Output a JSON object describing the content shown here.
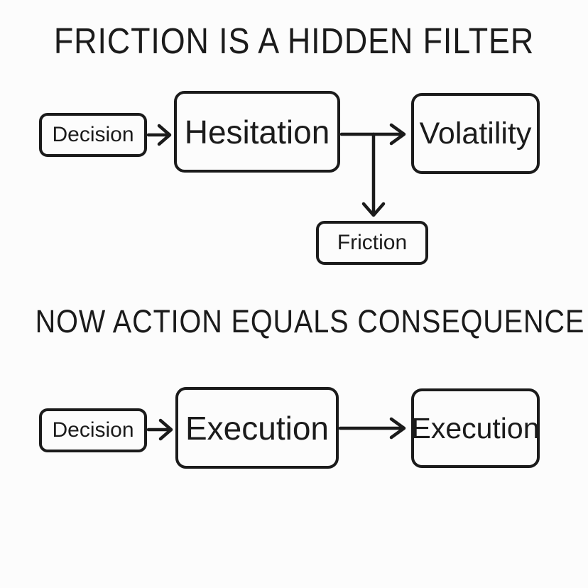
{
  "colors": {
    "background": "#fcfcfc",
    "ink": "#1b1b1b"
  },
  "diagram_top": {
    "title": "FRICTION IS A HIDDEN FILTER",
    "nodes": {
      "decision": {
        "label": "Decision"
      },
      "hesitation": {
        "label": "Hesitation"
      },
      "volatility": {
        "label": "Volatility"
      },
      "friction": {
        "label": "Friction"
      }
    },
    "flow": "Decision -> Hesitation -> Volatility; Hesitation branch -> Friction"
  },
  "diagram_bottom": {
    "title": "NOW ACTION EQUALS CONSEQUENCE",
    "nodes": {
      "decision": {
        "label": "Decision"
      },
      "execution_mid": {
        "label": "Execution"
      },
      "execution_end": {
        "label": "Execution"
      }
    },
    "flow": "Decision -> Execution -> Execution"
  }
}
